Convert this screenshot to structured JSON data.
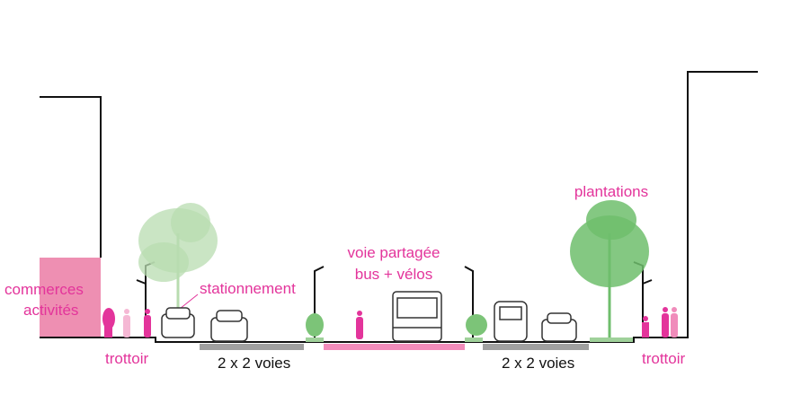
{
  "colors": {
    "accent": "#e3349b",
    "commerce": "#ee8fb2",
    "lane_gray": "#a0a0a0",
    "bus_lane": "#f28cbb",
    "tree_pale": "#b8dcb0",
    "tree": "#6fbe6c"
  },
  "labels": {
    "commerces": "commerces",
    "activites": "activités",
    "trottoir_left": "trottoir",
    "stationnement": "stationnement",
    "voies_left": "2 x 2 voies",
    "voie_partagee": "voie partagée",
    "bus_velos": "bus + vélos",
    "plantations": "plantations",
    "voies_right": "2 x 2 voies",
    "trottoir_right": "trottoir"
  }
}
